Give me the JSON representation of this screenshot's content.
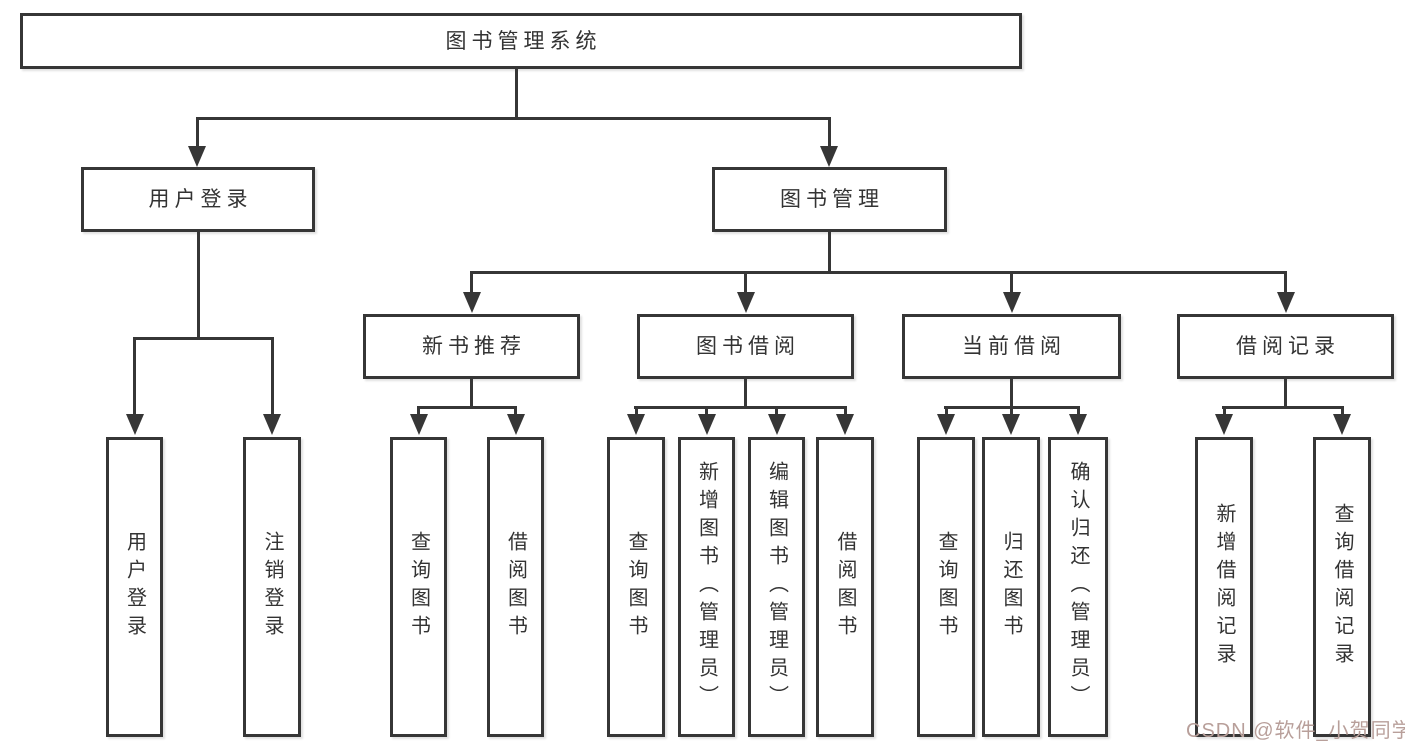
{
  "nodes": {
    "system": "图书管理系统",
    "user_login": "用户登录",
    "book_mgmt": "图书管理",
    "new_book": "新书推荐",
    "book_borrow": "图书借阅",
    "current_borrow": "当前借阅",
    "borrow_record": "借阅记录",
    "ul_user_login": "用户登录",
    "ul_logout": "注销登录",
    "nb_query_book": "查询图书",
    "nb_borrow_book": "借阅图书",
    "bb_query_book": "查询图书",
    "bb_add_book": "新增图书（管理员）",
    "bb_edit_book": "编辑图书（管理员）",
    "bb_borrow_book": "借阅图书",
    "cb_query_book": "查询图书",
    "cb_return_book": "归还图书",
    "cb_confirm_return": "确认归还（管理员）",
    "br_add_record": "新增借阅记录",
    "br_query_record": "查询借阅记录"
  },
  "edges": [
    {
      "from": "图书管理系统",
      "to": [
        "用户登录",
        "图书管理"
      ]
    },
    {
      "from": "用户登录",
      "to": [
        "用户登录",
        "注销登录"
      ]
    },
    {
      "from": "图书管理",
      "to": [
        "新书推荐",
        "图书借阅",
        "当前借阅",
        "借阅记录"
      ]
    },
    {
      "from": "新书推荐",
      "to": [
        "查询图书",
        "借阅图书"
      ]
    },
    {
      "from": "图书借阅",
      "to": [
        "查询图书",
        "新增图书（管理员）",
        "编辑图书（管理员）",
        "借阅图书"
      ]
    },
    {
      "from": "当前借阅",
      "to": [
        "查询图书",
        "归还图书",
        "确认归还（管理员）"
      ]
    },
    {
      "from": "借阅记录",
      "to": [
        "新增借阅记录",
        "查询借阅记录"
      ]
    }
  ],
  "watermark": {
    "text": "CSDN @软件_小贺同学",
    "color": "#b89f9a"
  },
  "colors": {
    "line": "#363636",
    "text": "#333333",
    "background": "#ffffff"
  }
}
